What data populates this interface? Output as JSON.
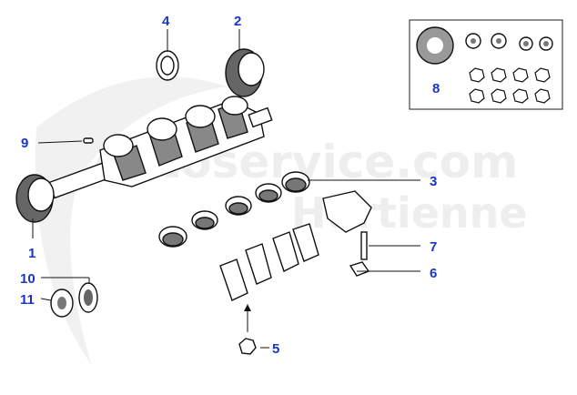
{
  "watermark": {
    "line1": "Autoservice.com",
    "line2": "Hurtienne"
  },
  "callouts": [
    {
      "id": "1",
      "label": "1"
    },
    {
      "id": "2",
      "label": "2"
    },
    {
      "id": "3",
      "label": "3"
    },
    {
      "id": "4",
      "label": "4"
    },
    {
      "id": "5",
      "label": "5"
    },
    {
      "id": "6",
      "label": "6"
    },
    {
      "id": "7",
      "label": "7"
    },
    {
      "id": "8",
      "label": "8"
    },
    {
      "id": "9",
      "label": "9"
    },
    {
      "id": "10",
      "label": "10"
    },
    {
      "id": "11",
      "label": "11"
    }
  ],
  "colors": {
    "callout": "#1a35c8",
    "line": "#111111",
    "part_fill": "#ffffff",
    "shade": "#777777",
    "watermark": "#eeeeee"
  }
}
